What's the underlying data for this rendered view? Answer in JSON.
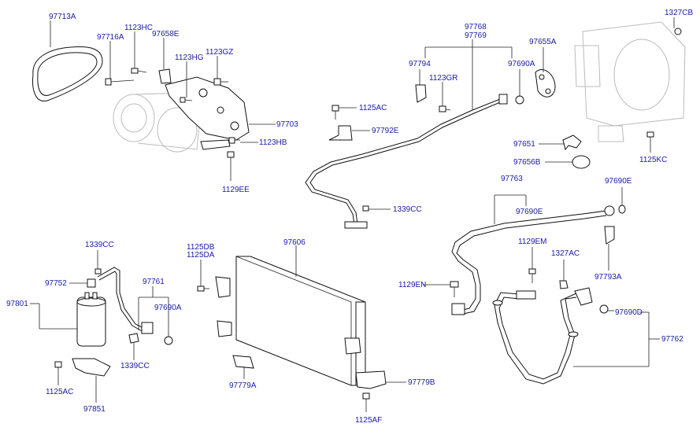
{
  "labels": {
    "l97713A": "97713A",
    "l97716A": "97716A",
    "l1123HC": "1123HC",
    "l97658E": "97658E",
    "l1123HG": "1123HG",
    "l1123GZ": "1123GZ",
    "l97703": "97703",
    "l1123HB": "1123HB",
    "l1129EE": "1129EE",
    "l97768": "97768",
    "l97769": "97769",
    "l97794": "97794",
    "l1123GR": "1123GR",
    "l97690A_top": "97690A",
    "l97655A": "97655A",
    "l1327CB": "1327CB",
    "l1125AC_top": "1125AC",
    "l97792E": "97792E",
    "l97651": "97651",
    "l97656B": "97656B",
    "l1125KC": "1125KC",
    "l1339CC_mid": "1339CC",
    "l97763": "97763",
    "l97690E_right": "97690E",
    "l97690E_mid": "97690E",
    "l1339CC_left": "1339CC",
    "l97752": "97752",
    "l97761": "97761",
    "l97690A_left": "97690A",
    "l97801": "97801",
    "l1339CC_low": "1339CC",
    "l1125AC_low": "1125AC",
    "l97851": "97851",
    "l1125DB": "1125DB",
    "l1125DA": "1125DA",
    "l97606": "97606",
    "l97779A": "97779A",
    "l97779B": "97779B",
    "l1125AF": "1125AF",
    "l1129EM": "1129EM",
    "l1327AC": "1327AC",
    "l97793A": "97793A",
    "l1129EN": "1129EN",
    "l97690D": "97690D",
    "l97762": "97762"
  },
  "colors": {
    "label": "#1a1aa6",
    "line": "#222222",
    "ghost": "#bbbbbb"
  }
}
